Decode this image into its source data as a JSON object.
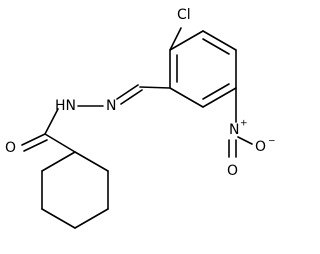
{
  "molecule": {
    "atom_labels": {
      "chlorine": "Cl",
      "hydrazone_nh": "HN",
      "imine_n": "N",
      "carbonyl_o": "O",
      "nitro_n": "N",
      "nitro_n_charge": "+",
      "nitro_o": "O",
      "nitro_o_charge": "−"
    }
  }
}
